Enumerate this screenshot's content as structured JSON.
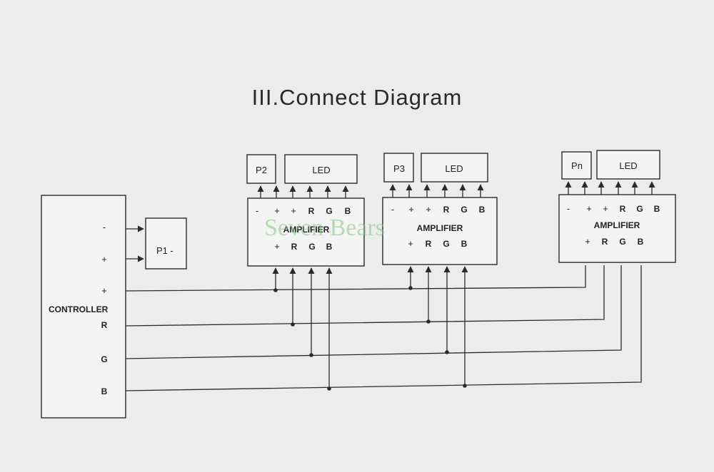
{
  "title": "III.Connect Diagram",
  "watermark": "Seven Bears",
  "controller": {
    "label": "CONTROLLER",
    "terminals": [
      "-",
      "+",
      "+",
      "R",
      "G",
      "B"
    ]
  },
  "p1": {
    "label": "P1 -"
  },
  "amplifiers": [
    {
      "unit": "P2",
      "led": "LED",
      "amp_label": "AMPLIFIER",
      "outputs": [
        "-",
        "+",
        "+",
        "R",
        "G",
        "B"
      ],
      "inputs": [
        "+",
        "R",
        "G",
        "B"
      ]
    },
    {
      "unit": "P3",
      "led": "LED",
      "amp_label": "AMPLIFIER",
      "outputs": [
        "-",
        "+",
        "+",
        "R",
        "G",
        "B"
      ],
      "inputs": [
        "+",
        "R",
        "G",
        "B"
      ]
    },
    {
      "unit": "Pn",
      "led": "LED",
      "amp_label": "AMPLIFIER",
      "outputs": [
        "-",
        "+",
        "+",
        "R",
        "G",
        "B"
      ],
      "inputs": [
        "+",
        "R",
        "G",
        "B"
      ]
    }
  ]
}
